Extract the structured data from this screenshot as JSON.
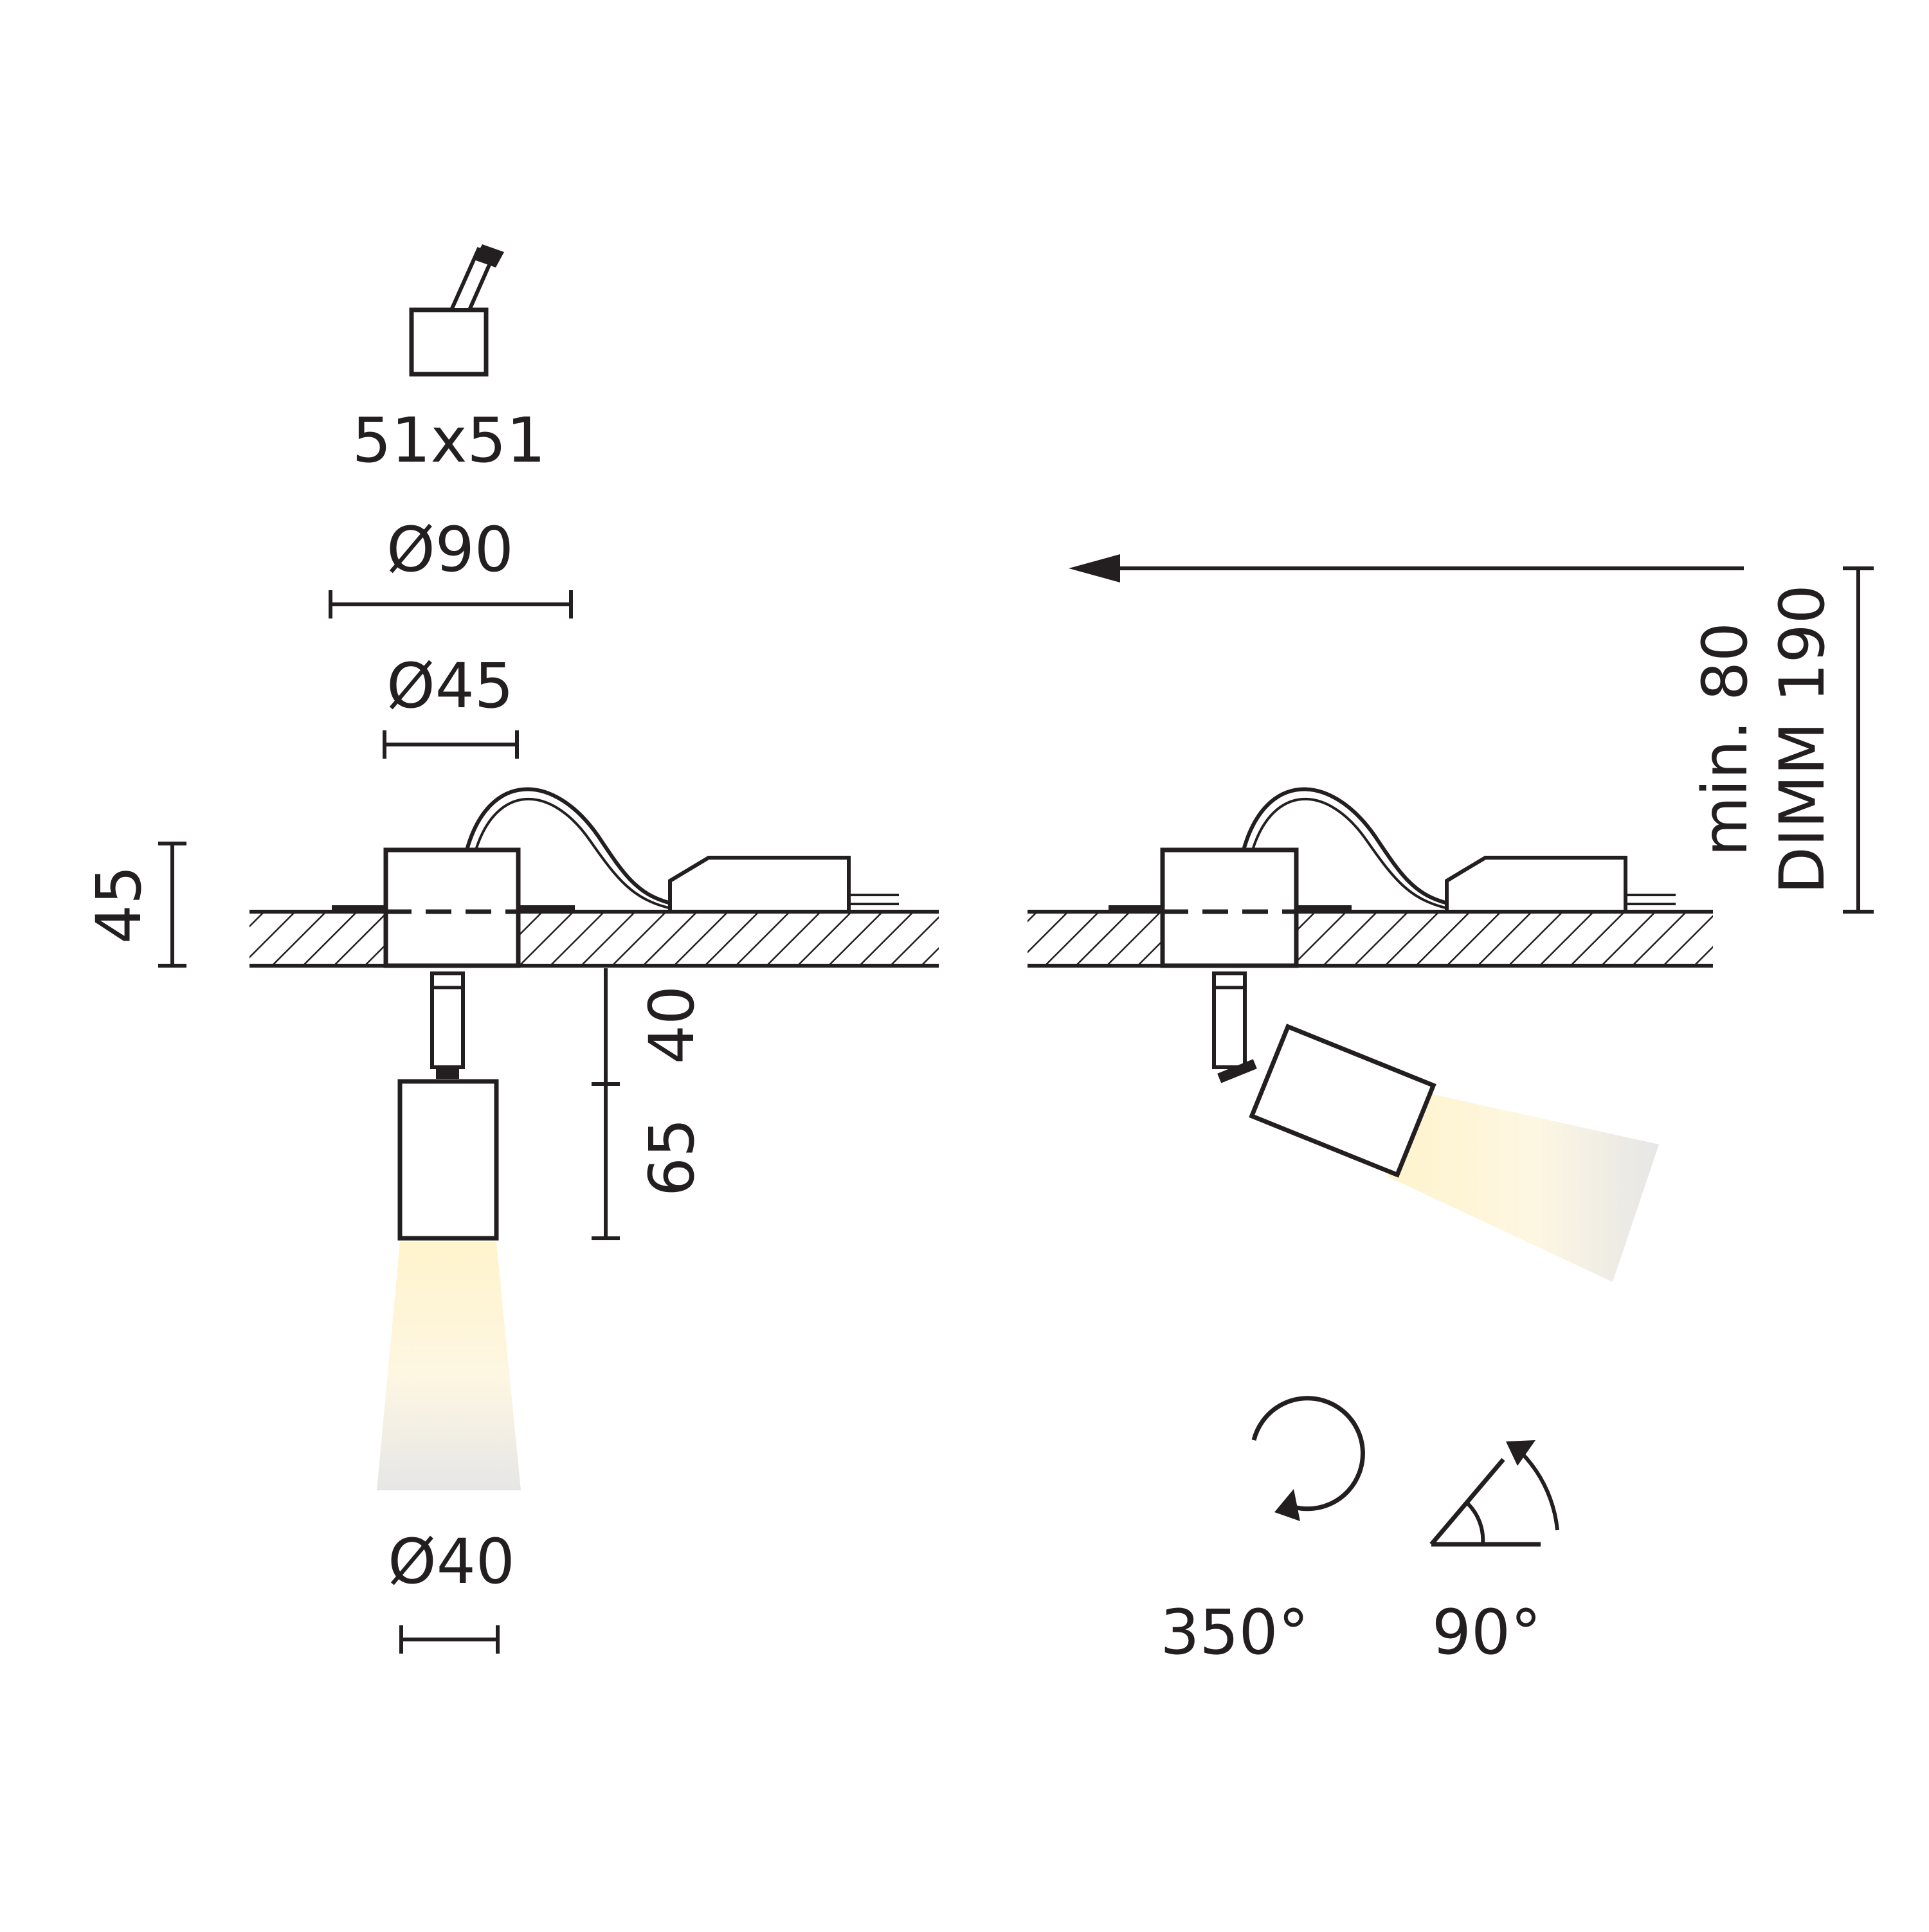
{
  "colors": {
    "ink": "#231f20",
    "beam_warm": "#fff4cc",
    "beam_cool": "#e6e6e6",
    "background": "#ffffff"
  },
  "cutout": {
    "label": "51x51"
  },
  "dimensions": {
    "outer_diameter": "Ø90",
    "inner_diameter": "Ø45",
    "height_above": "45",
    "stem_length": "40",
    "head_length": "65",
    "head_diameter": "Ø40",
    "clearance": "min. 80",
    "clearance_dimm": "DIMM 190"
  },
  "adjustments": [
    {
      "icon": "rotate-icon",
      "value": "350°"
    },
    {
      "icon": "tilt-icon",
      "value": "90°"
    }
  ]
}
